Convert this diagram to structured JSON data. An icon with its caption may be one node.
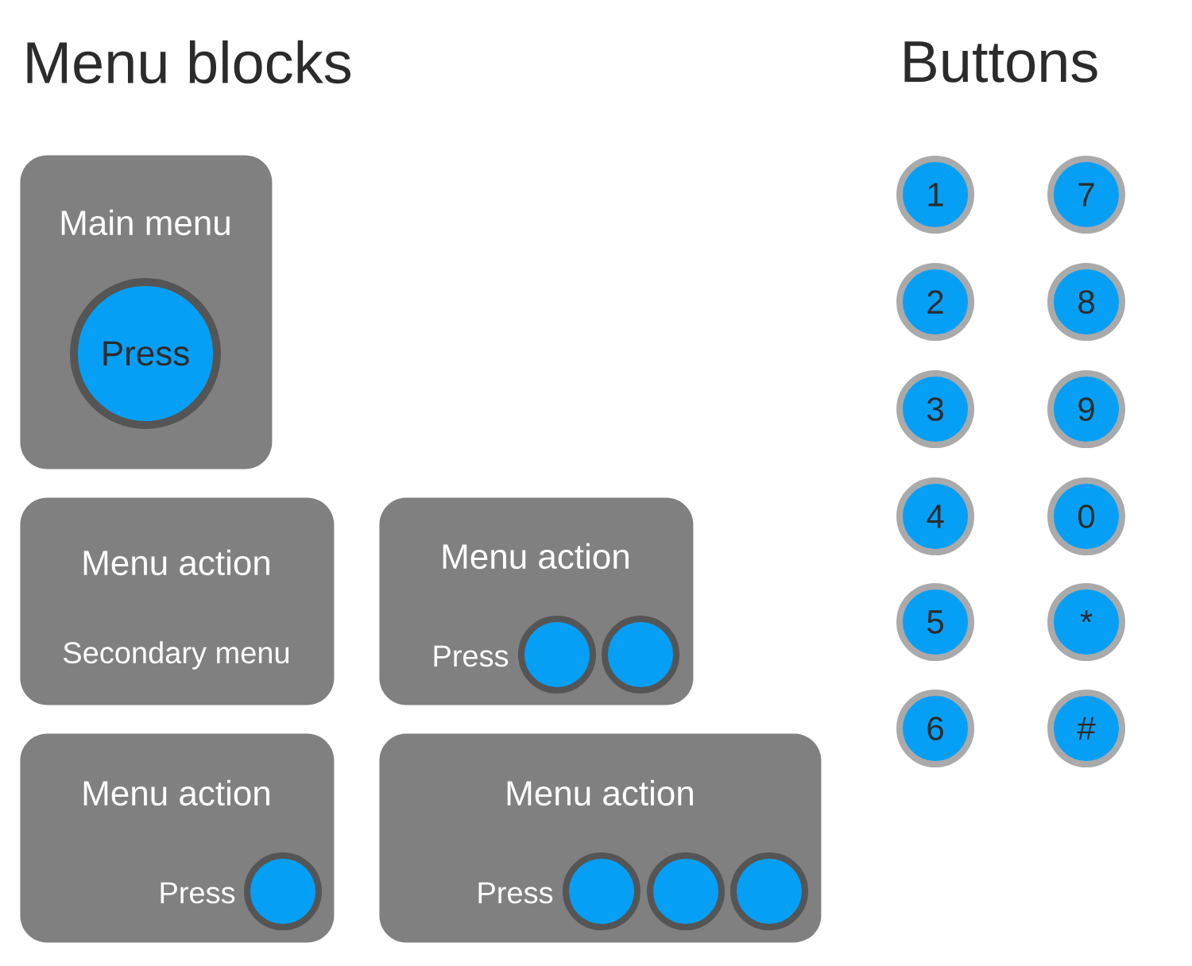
{
  "diagram": {
    "nodes": [
      {
        "text": [
          "Main menu"
        ]
      },
      {
        "text": [
          "Press"
        ],
        "in": 0
      },
      {
        "text": [
          "Menu action",
          "Secondary menu"
        ]
      },
      {
        "text": [
          "Menu action",
          "Press"
        ]
      },
      {
        "text": [],
        "shape": "circle",
        "in": 3
      },
      {
        "text": [],
        "shape": "circle",
        "in": 3
      },
      {
        "text": [
          "Menu action",
          "Press"
        ]
      },
      {
        "text": [],
        "shape": "circle",
        "in": 6
      },
      {
        "text": [
          "Menu action",
          "Press"
        ]
      },
      {
        "text": [],
        "shape": "circle",
        "in": 8
      },
      {
        "text": [],
        "shape": "circle",
        "in": 8
      },
      {
        "text": [],
        "shape": "circle",
        "in": 8
      },
      {
        "text": [
          "1"
        ]
      },
      {
        "text": [
          "7"
        ]
      },
      {
        "text": [
          "2"
        ]
      },
      {
        "text": [
          "8"
        ]
      },
      {
        "text": [
          "3"
        ]
      },
      {
        "text": [
          "9"
        ]
      },
      {
        "text": [
          "4"
        ]
      },
      {
        "text": [
          "0"
        ]
      },
      {
        "text": [
          "5"
        ]
      },
      {
        "text": [
          "*"
        ]
      },
      {
        "text": [
          "6"
        ]
      },
      {
        "text": [
          "#"
        ]
      }
    ],
    "labels": [
      "Menu blocks",
      "Buttons"
    ]
  }
}
